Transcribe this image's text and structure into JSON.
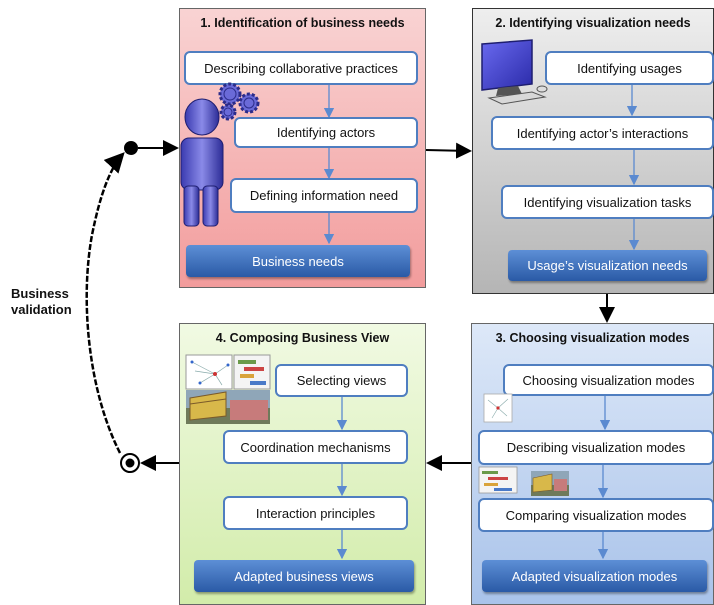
{
  "panels": {
    "p1": {
      "title": "1. Identification of business needs",
      "steps": [
        "Describing collaborative practices",
        "Identifying actors",
        "Defining information need"
      ],
      "output": "Business needs"
    },
    "p2": {
      "title": "2. Identifying visualization needs",
      "steps": [
        "Identifying usages",
        "Identifying actor’s interactions",
        "Identifying visualization tasks"
      ],
      "output": "Usage’s visualization needs"
    },
    "p3": {
      "title": "3. Choosing visualization modes",
      "steps": [
        "Choosing visualization modes",
        "Describing visualization modes",
        "Comparing visualization modes"
      ],
      "output": "Adapted visualization modes"
    },
    "p4": {
      "title": "4. Composing Business View",
      "steps": [
        "Selecting views",
        "Coordination mechanisms",
        "Interaction principles"
      ],
      "output": "Adapted business views"
    }
  },
  "side_label": [
    "Business",
    "validation"
  ],
  "colors": {
    "p1_bg": "#f6b7b7",
    "p2_bg": "#d2d2d2",
    "p3_bg": "#c7d8f2",
    "p4_bg": "#e1f3c3",
    "step_border": "#4f7ec0",
    "output_fill": "#3f72c0"
  },
  "icons": [
    "user-figure-icon",
    "gears-icon",
    "computer-icon",
    "graph-thumbnail-icon",
    "gantt-thumbnail-icon",
    "building-thumbnail-icon"
  ]
}
